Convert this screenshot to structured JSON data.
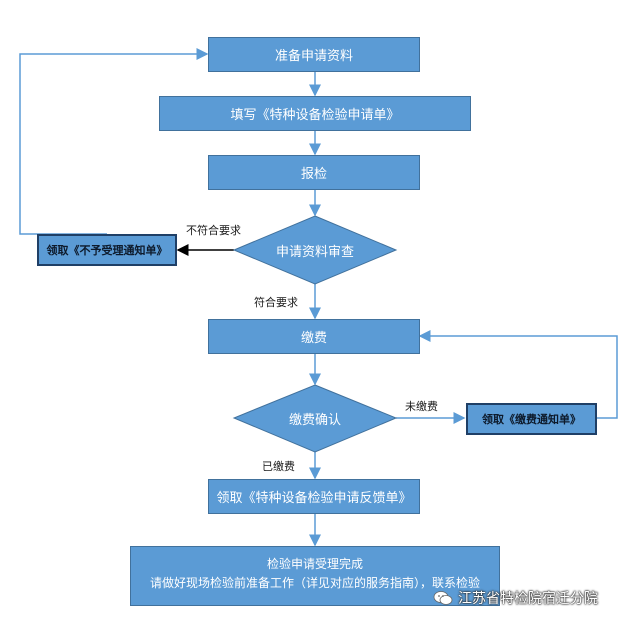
{
  "steps": {
    "prepare": "准备申请资料",
    "fill_form": "填写《特种设备检验申请单》",
    "report": "报检",
    "review": "申请资料审查",
    "reject_notice": "领取《不予受理通知单》",
    "not_meet": "不符合要求",
    "meet": "符合要求",
    "pay": "缴费",
    "confirm_pay": "缴费确认",
    "unpaid": "未缴费",
    "pay_notice": "领取《缴费通知单》",
    "paid": "已缴费",
    "feedback": "领取《特种设备检验申请反馈单》",
    "final_line1": "检验申请受理完成",
    "final_line2": "请做好现场检验前准备工作（详见对应的服务指南），联系检验"
  },
  "watermark": {
    "text": "江苏省特检院宿迁分院",
    "icon": "wechat-icon"
  },
  "colors": {
    "node_fill": "#5b9bd5",
    "node_border": "#41719c",
    "connector": "#5b9bd5",
    "reject_arrow": "#000000"
  }
}
